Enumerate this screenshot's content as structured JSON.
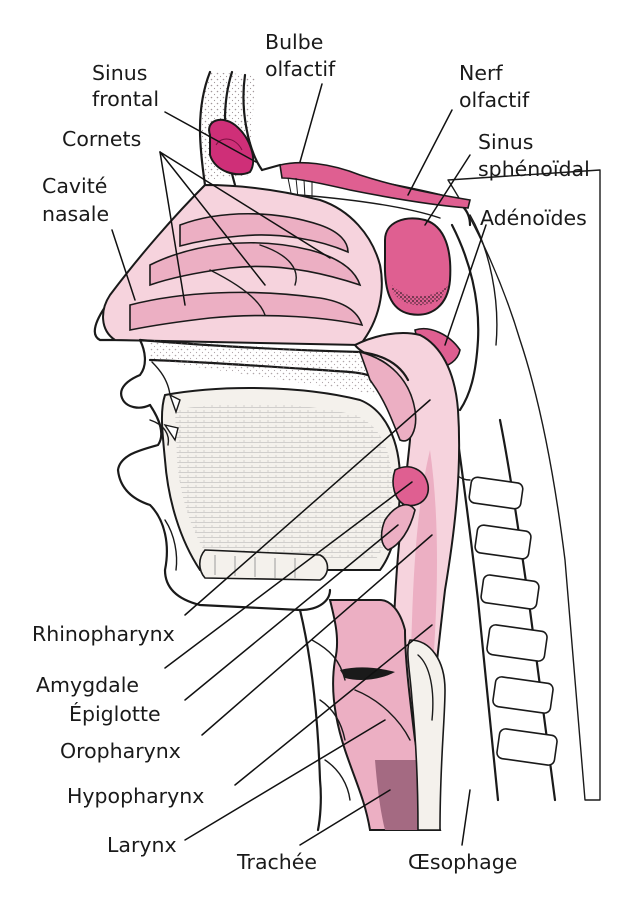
{
  "colors": {
    "pink_light": "#f6d3dd",
    "pink_mid": "#ecafc3",
    "pink_deep": "#df5f91",
    "magenta": "#cf2f78",
    "mauve": "#a46a82",
    "bone": "#f4f1ec",
    "ink": "#1a1a1a"
  },
  "labels": {
    "sinus_frontal": [
      "Sinus",
      "frontal"
    ],
    "bulbe_olfactif": [
      "Bulbe",
      "olfactif"
    ],
    "nerf_olfactif": [
      "Nerf",
      "olfactif"
    ],
    "cornets": "Cornets",
    "sinus_sphenoidal": [
      "Sinus",
      "sphénoïdal"
    ],
    "cavite_nasale": [
      "Cavité",
      "nasale"
    ],
    "adenoides": "Adénoïdes",
    "rhinopharynx": "Rhinopharynx",
    "amygdale": "Amygdale",
    "epiglotte": "Épiglotte",
    "oropharynx": "Oropharynx",
    "hypopharynx": "Hypopharynx",
    "larynx": "Larynx",
    "trachee": "Trachée",
    "oesophage": "Œsophage"
  }
}
